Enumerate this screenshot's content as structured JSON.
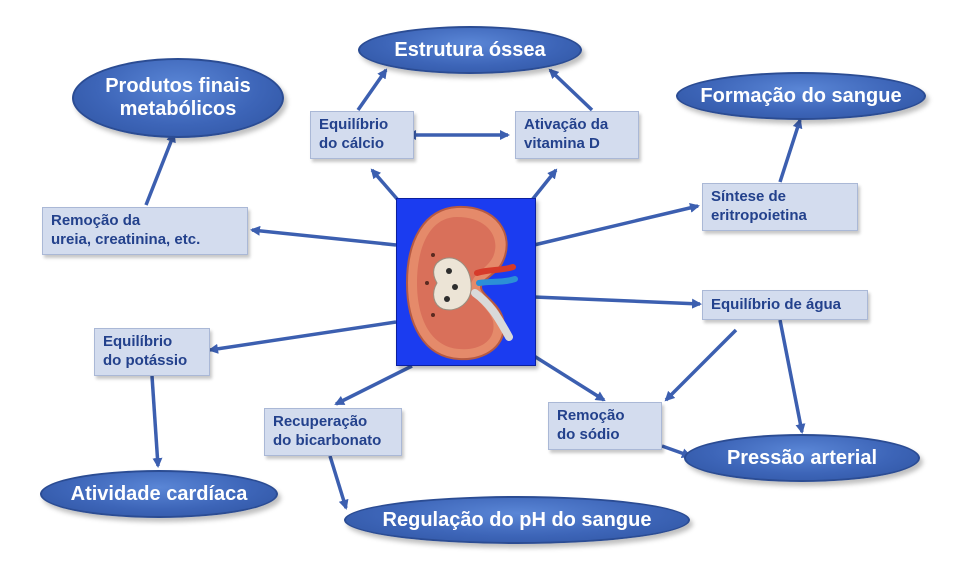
{
  "diagram": {
    "outcomes": {
      "estrutura_ossea": "Estrutura óssea",
      "produtos_finais": "Produtos finais\nmetabólicos",
      "formacao_sangue": "Formação do sangue",
      "pressao_arterial": "Pressão arterial",
      "atividade_cardiaca": "Atividade cardíaca",
      "regulacao_ph": "Regulação do pH do sangue"
    },
    "functions": {
      "equilibrio_calcio": "Equilíbrio\ndo cálcio",
      "ativacao_vitamina_d": "Ativação da\nvitamina D",
      "remocao_ureia": "Remoção da\nureia, creatinina, etc.",
      "sintese_eritropoietina": "Síntese de\neritropoietina",
      "equilibrio_agua": "Equilíbrio de água",
      "equilibrio_potassio": "Equilíbrio\ndo potássio",
      "recuperacao_bicarbonato": "Recuperação\ndo bicarbonato",
      "remocao_sodio": "Remoção\ndo sódio"
    },
    "colors": {
      "oval_fill": "#3d65b8",
      "box_fill": "#d3dcee",
      "box_text": "#23418c",
      "arrow": "#3c5fb0",
      "center_bg": "#1b3cf0"
    },
    "center_icon": "kidney-illustration"
  }
}
